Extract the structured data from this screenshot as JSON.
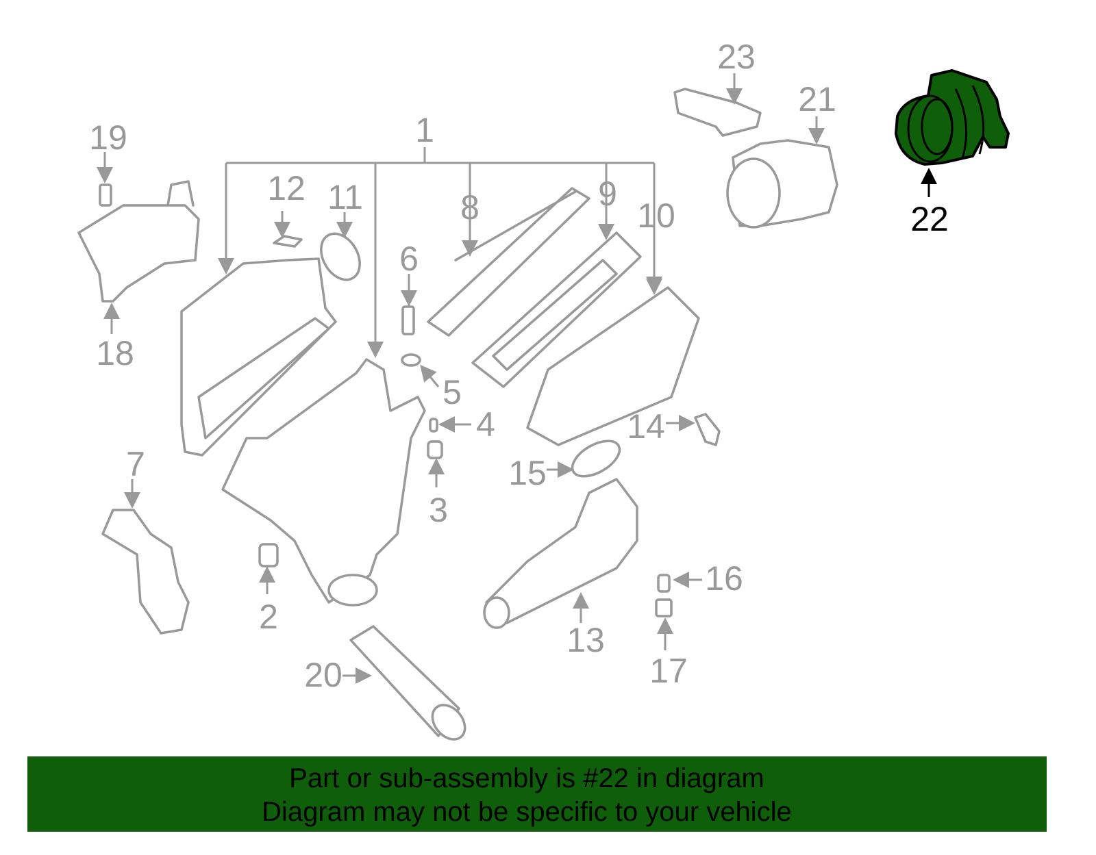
{
  "diagram": {
    "highlight_color": "#0f5e0a",
    "highlighted_part": "22",
    "labels": {
      "p1": "1",
      "p2": "2",
      "p3": "3",
      "p4": "4",
      "p5": "5",
      "p6": "6",
      "p7": "7",
      "p8": "8",
      "p9": "9",
      "p10": "10",
      "p11": "11",
      "p12": "12",
      "p13": "13",
      "p14": "14",
      "p15": "15",
      "p16": "16",
      "p17": "17",
      "p18": "18",
      "p19": "19",
      "p20": "20",
      "p21": "21",
      "p22": "22",
      "p23": "23"
    }
  },
  "banner": {
    "line1": "Part or sub-assembly is #22 in diagram",
    "line2": "Diagram may not be specific to your vehicle"
  }
}
